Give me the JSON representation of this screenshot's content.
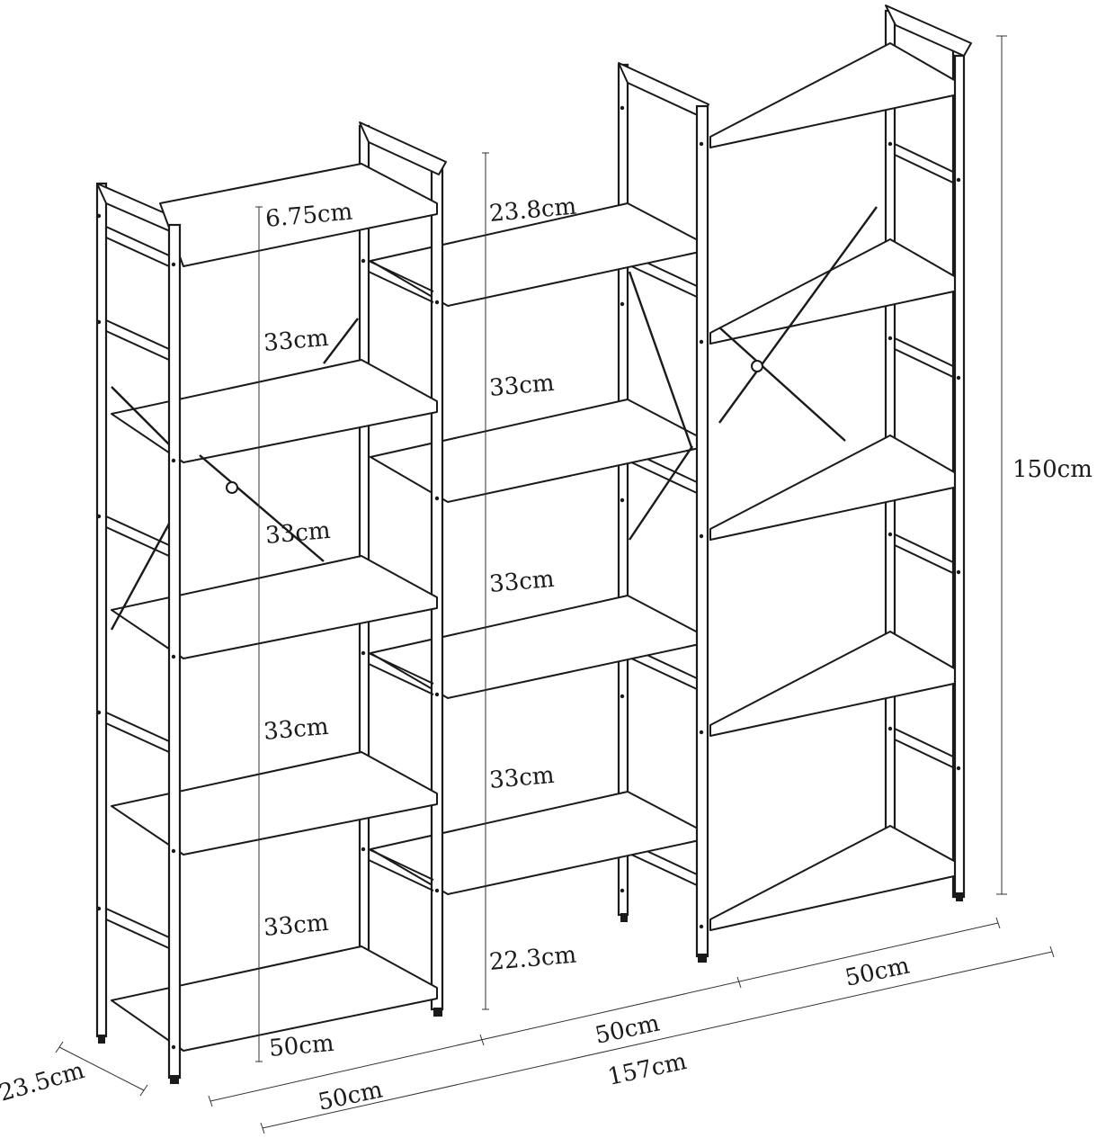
{
  "dimensions": {
    "top_gap": "6.75cm",
    "upper_gap": "23.8cm",
    "left_shelf_gap": "33cm",
    "middle_shelf_gap": "33cm",
    "left_bottom_width": "50cm",
    "middle_bottom_gap": "22.3cm",
    "total_height": "150cm",
    "depth": "23.5cm",
    "left_width": "50cm",
    "middle_width": "50cm",
    "right_width": "50cm",
    "total_width": "157cm"
  }
}
